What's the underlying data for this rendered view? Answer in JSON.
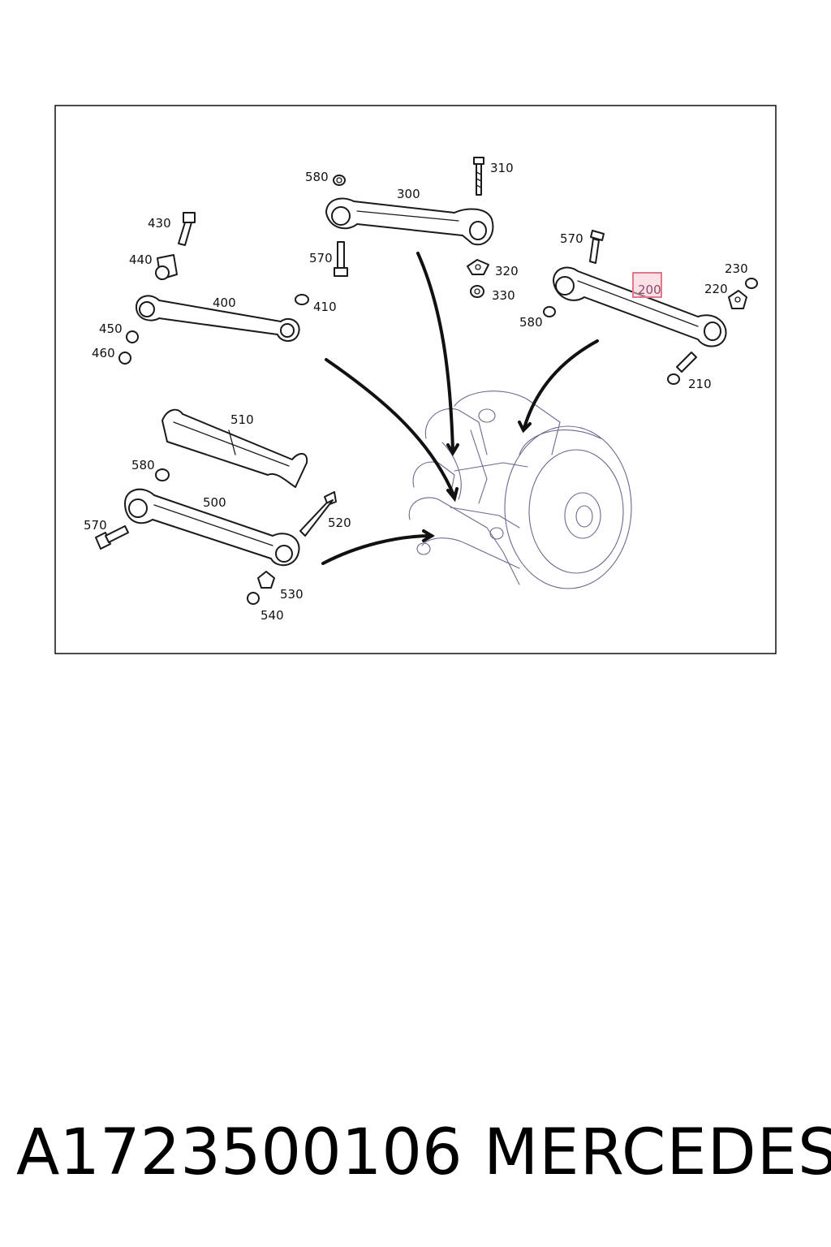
{
  "diagram": {
    "labels": [
      {
        "id": "580a",
        "text": "580"
      },
      {
        "id": "300",
        "text": "300"
      },
      {
        "id": "310",
        "text": "310"
      },
      {
        "id": "430",
        "text": "430"
      },
      {
        "id": "440",
        "text": "440"
      },
      {
        "id": "570a",
        "text": "570"
      },
      {
        "id": "320",
        "text": "320"
      },
      {
        "id": "330",
        "text": "330"
      },
      {
        "id": "570b",
        "text": "570"
      },
      {
        "id": "230",
        "text": "230"
      },
      {
        "id": "220",
        "text": "220"
      },
      {
        "id": "580b",
        "text": "580"
      },
      {
        "id": "400",
        "text": "400"
      },
      {
        "id": "410",
        "text": "410"
      },
      {
        "id": "450",
        "text": "450"
      },
      {
        "id": "460",
        "text": "460"
      },
      {
        "id": "210",
        "text": "210"
      },
      {
        "id": "510",
        "text": "510"
      },
      {
        "id": "580c",
        "text": "580"
      },
      {
        "id": "500",
        "text": "500"
      },
      {
        "id": "570c",
        "text": "570"
      },
      {
        "id": "520",
        "text": "520"
      },
      {
        "id": "530",
        "text": "530"
      },
      {
        "id": "540",
        "text": "540"
      }
    ],
    "highlighted_label": "200",
    "highlight_color": "#e07a8a"
  },
  "footer": {
    "part_number": "A1723500106",
    "brand": "MERCEDES"
  }
}
